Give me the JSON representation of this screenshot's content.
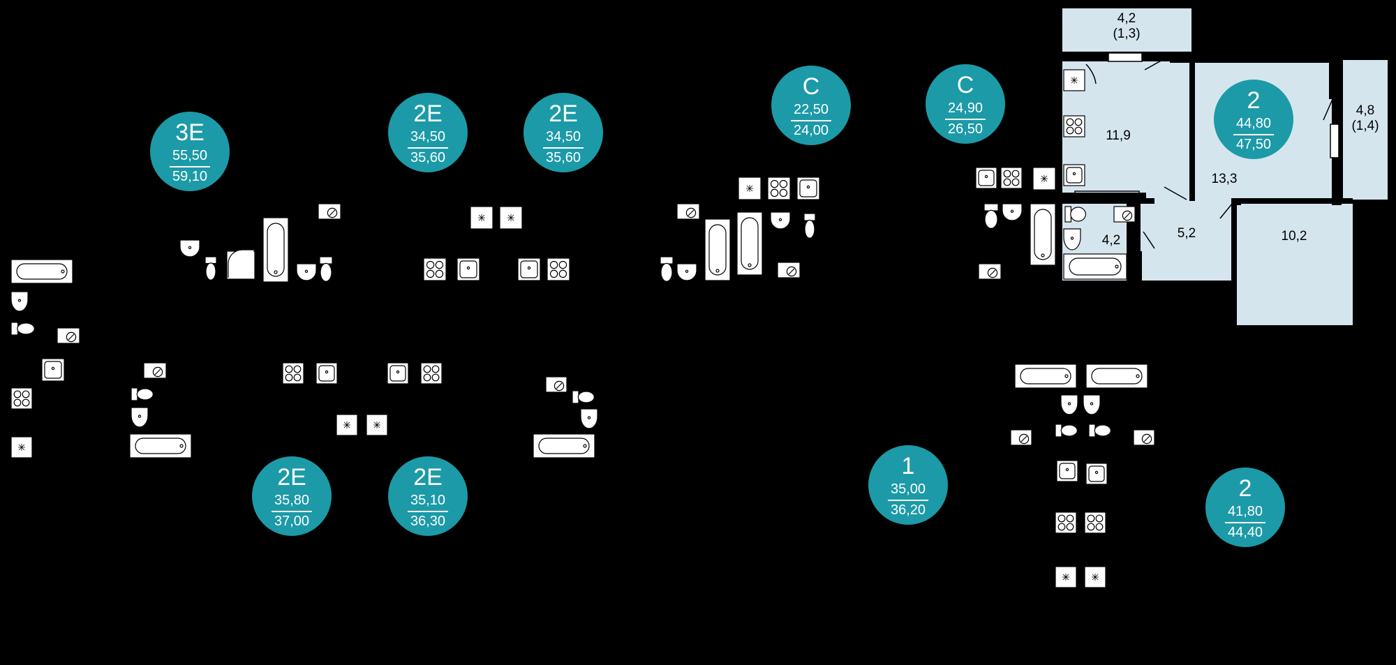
{
  "colors": {
    "room_fill": "#d5e5ee",
    "badge": "#1c9aa7",
    "background": "#000000"
  },
  "apartments": [
    {
      "type": "3E",
      "area_living": "55,50",
      "area_total": "59,10"
    },
    {
      "type": "2E",
      "area_living": "34,50",
      "area_total": "35,60"
    },
    {
      "type": "2E",
      "area_living": "34,50",
      "area_total": "35,60"
    },
    {
      "type": "C",
      "area_living": "22,50",
      "area_total": "24,00"
    },
    {
      "type": "C",
      "area_living": "24,90",
      "area_total": "26,50"
    },
    {
      "type": "2",
      "area_living": "44,80",
      "area_total": "47,50"
    },
    {
      "type": "2E",
      "area_living": "35,80",
      "area_total": "37,00"
    },
    {
      "type": "2E",
      "area_living": "35,10",
      "area_total": "36,30"
    },
    {
      "type": "1",
      "area_living": "35,00",
      "area_total": "36,20"
    },
    {
      "type": "2",
      "area_living": "41,80",
      "area_total": "44,40"
    }
  ],
  "rooms": [
    {
      "label": "4,2",
      "sub": "(1,3)"
    },
    {
      "label": "11,9",
      "sub": ""
    },
    {
      "label": "13,3",
      "sub": ""
    },
    {
      "label": "4,8",
      "sub": "(1,4)"
    },
    {
      "label": "5,2",
      "sub": ""
    },
    {
      "label": "4,2",
      "sub": ""
    },
    {
      "label": "10,2",
      "sub": ""
    }
  ],
  "fixture_icons": [
    "bathtub-icon",
    "sink-icon",
    "toilet-icon",
    "stove-icon",
    "washer-icon",
    "vent-icon",
    "shower-icon"
  ]
}
